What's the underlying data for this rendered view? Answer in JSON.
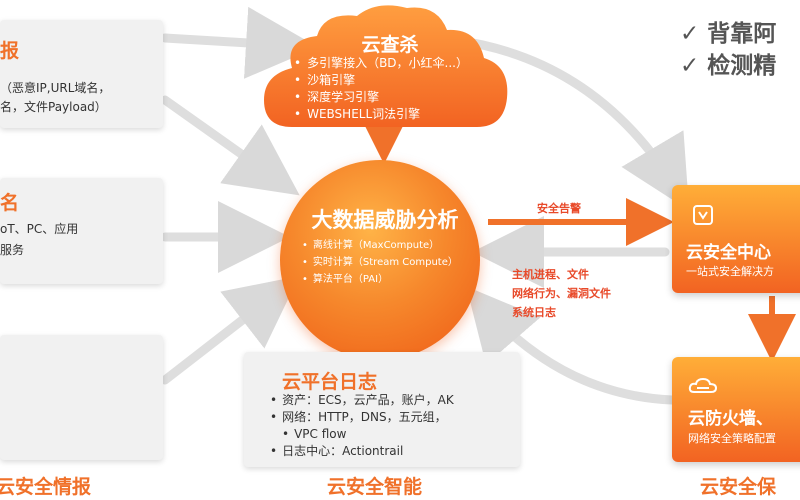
{
  "left_panel": {
    "box1": {
      "title": "报",
      "lines": [
        "（恶意IP,URL域名，",
        "名，文件Payload）"
      ]
    },
    "box2": {
      "title": "名",
      "lines": [
        "oT、PC、应用",
        "服务"
      ]
    }
  },
  "cloud_scan": {
    "title": "云查杀",
    "items": [
      "多引擎接入（BD，小红伞...）",
      "沙箱引擎",
      "深度学习引擎",
      "WEBSHELL词法引擎"
    ]
  },
  "core": {
    "title": "大数据威胁分析",
    "items": [
      "离线计算（MaxCompute）",
      "实时计算（Stream Compute）",
      "算法平台（PAI）"
    ]
  },
  "cloud_log": {
    "title": "云平台日志",
    "items": [
      "资产：ECS，云产品，账户，AK",
      "网络：HTTP，DNS，五元组，",
      "VPC flow",
      "日志中心：Actiontrail"
    ]
  },
  "security_center": {
    "title": "云安全中心",
    "subtitle": "一站式安全解决方"
  },
  "firewall": {
    "title": "云防火墙、",
    "subtitle": "网络安全策略配置"
  },
  "arrow_labels": {
    "top": "安全告警",
    "bottom": [
      "主机进程、文件",
      "网络行为、漏洞文件",
      "系统日志"
    ]
  },
  "bottom_labels": {
    "left": "云安全情报",
    "center": "云安全智能",
    "right": "云安全保"
  },
  "top_right_checks": [
    "✓ 背靠阿",
    "✓ 检测精"
  ],
  "icons": {
    "shield": "shield-icon",
    "firewall": "firewall-icon"
  },
  "colors": {
    "accent": "#f0712a",
    "accent_red": "#e84a2a",
    "arrow": "#dddddd"
  }
}
